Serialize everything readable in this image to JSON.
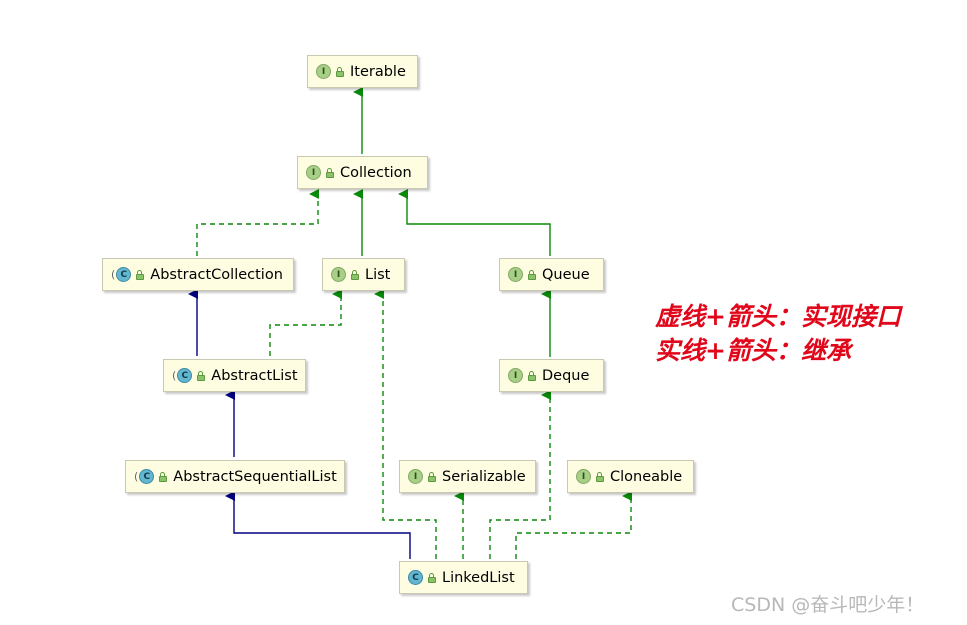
{
  "nodes": {
    "iterable": {
      "label": "Iterable",
      "kind": "I"
    },
    "collection": {
      "label": "Collection",
      "kind": "I"
    },
    "abstractcollection": {
      "label": "AbstractCollection",
      "kind": "C"
    },
    "list": {
      "label": "List",
      "kind": "I"
    },
    "queue": {
      "label": "Queue",
      "kind": "I"
    },
    "abstractlist": {
      "label": "AbstractList",
      "kind": "C"
    },
    "deque": {
      "label": "Deque",
      "kind": "I"
    },
    "abstractsequentiallist": {
      "label": "AbstractSequentialList",
      "kind": "C"
    },
    "serializable": {
      "label": "Serializable",
      "kind": "I"
    },
    "cloneable": {
      "label": "Cloneable",
      "kind": "I"
    },
    "linkedlist": {
      "label": "LinkedList",
      "kind": "C"
    }
  },
  "legend": {
    "line1": "虚线+箭头：实现接口",
    "line2": "实线+箭头：继承"
  },
  "watermark": "CSDN @奋斗吧少年！",
  "colors": {
    "interface_edge": "#0a8a0a",
    "extends_edge": "#000080",
    "legend_text": "#e1071b"
  }
}
